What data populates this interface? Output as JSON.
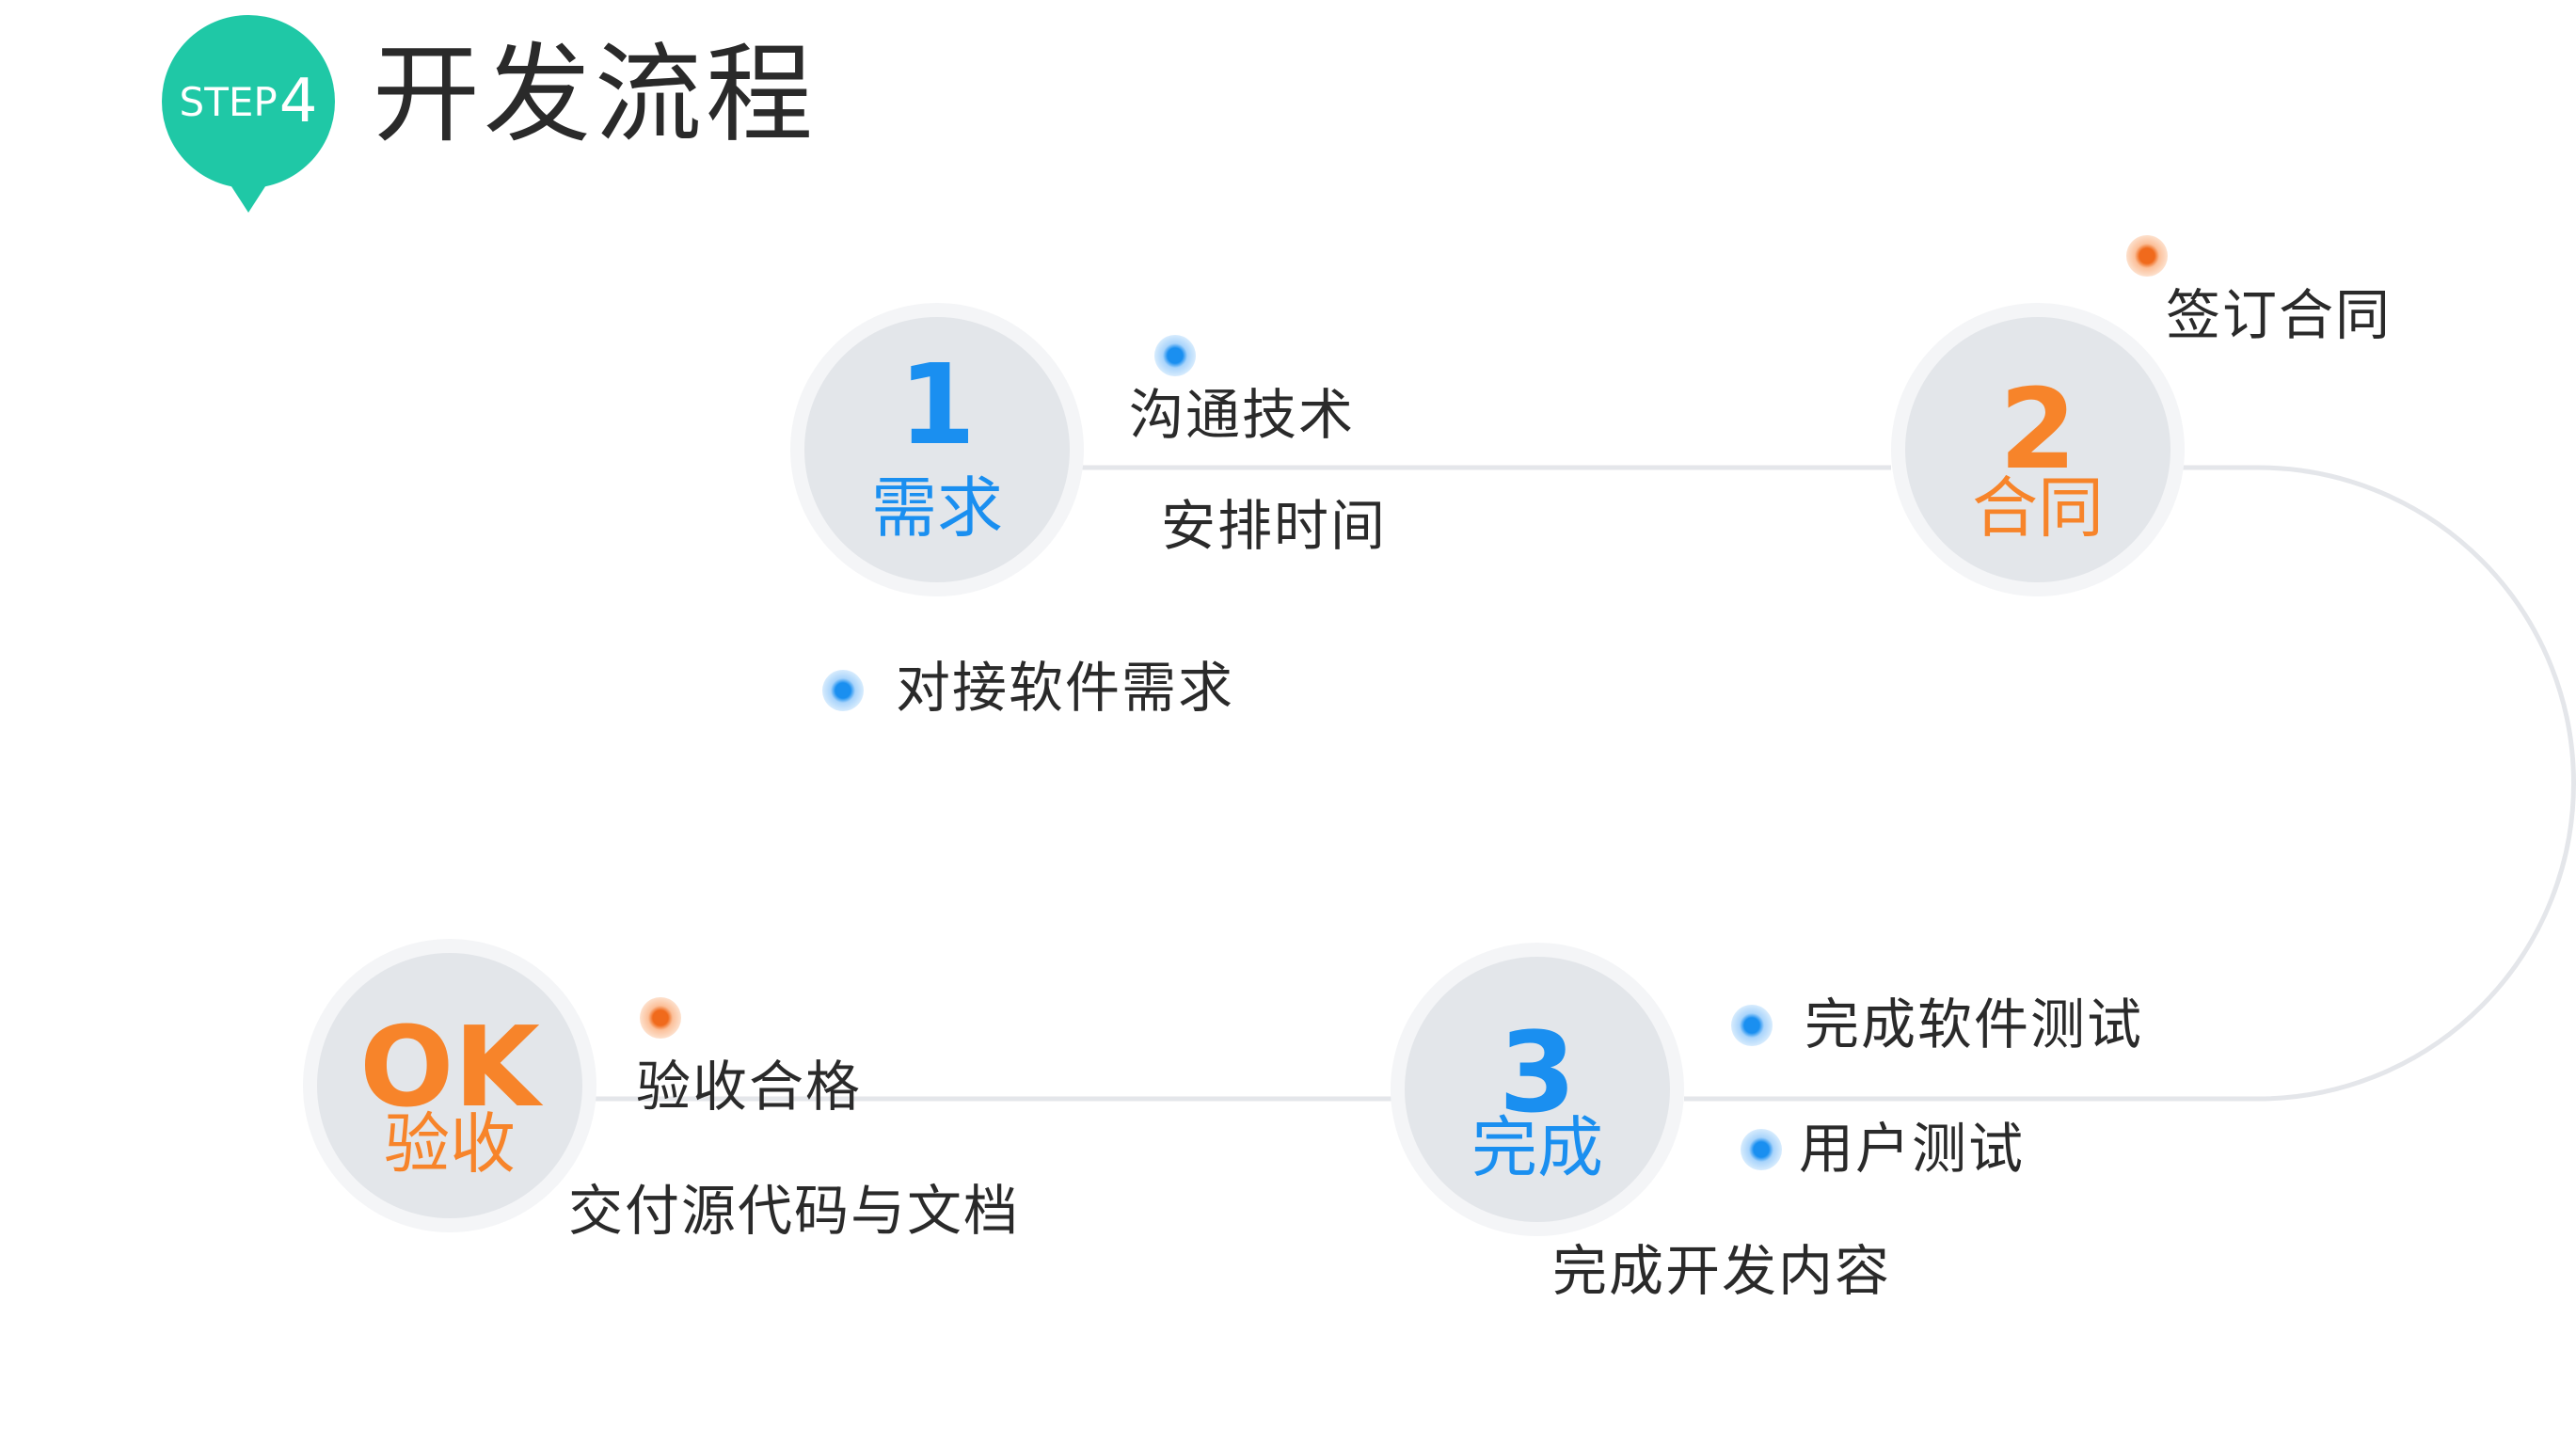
{
  "header": {
    "step_word": "STEP",
    "step_number": "4",
    "title": "开发流程"
  },
  "colors": {
    "badge": "#1fc8a6",
    "blue": "#1a8ff0",
    "orange": "#f7842a",
    "connector": "#e4e6ea"
  },
  "nodes": [
    {
      "number": "1",
      "label": "需求",
      "color": "blue"
    },
    {
      "number": "2",
      "label": "合同",
      "color": "orange"
    },
    {
      "number": "3",
      "label": "完成",
      "color": "blue"
    },
    {
      "number": "OK",
      "label": "验收",
      "color": "orange"
    }
  ],
  "notes": {
    "requirement": [
      "沟通技术",
      "安排时间",
      "对接软件需求"
    ],
    "contract": [
      "签订合同"
    ],
    "complete": [
      "完成软件测试",
      "用户测试",
      "完成开发内容"
    ],
    "acceptance": [
      "验收合格",
      "交付源代码与文档"
    ]
  }
}
